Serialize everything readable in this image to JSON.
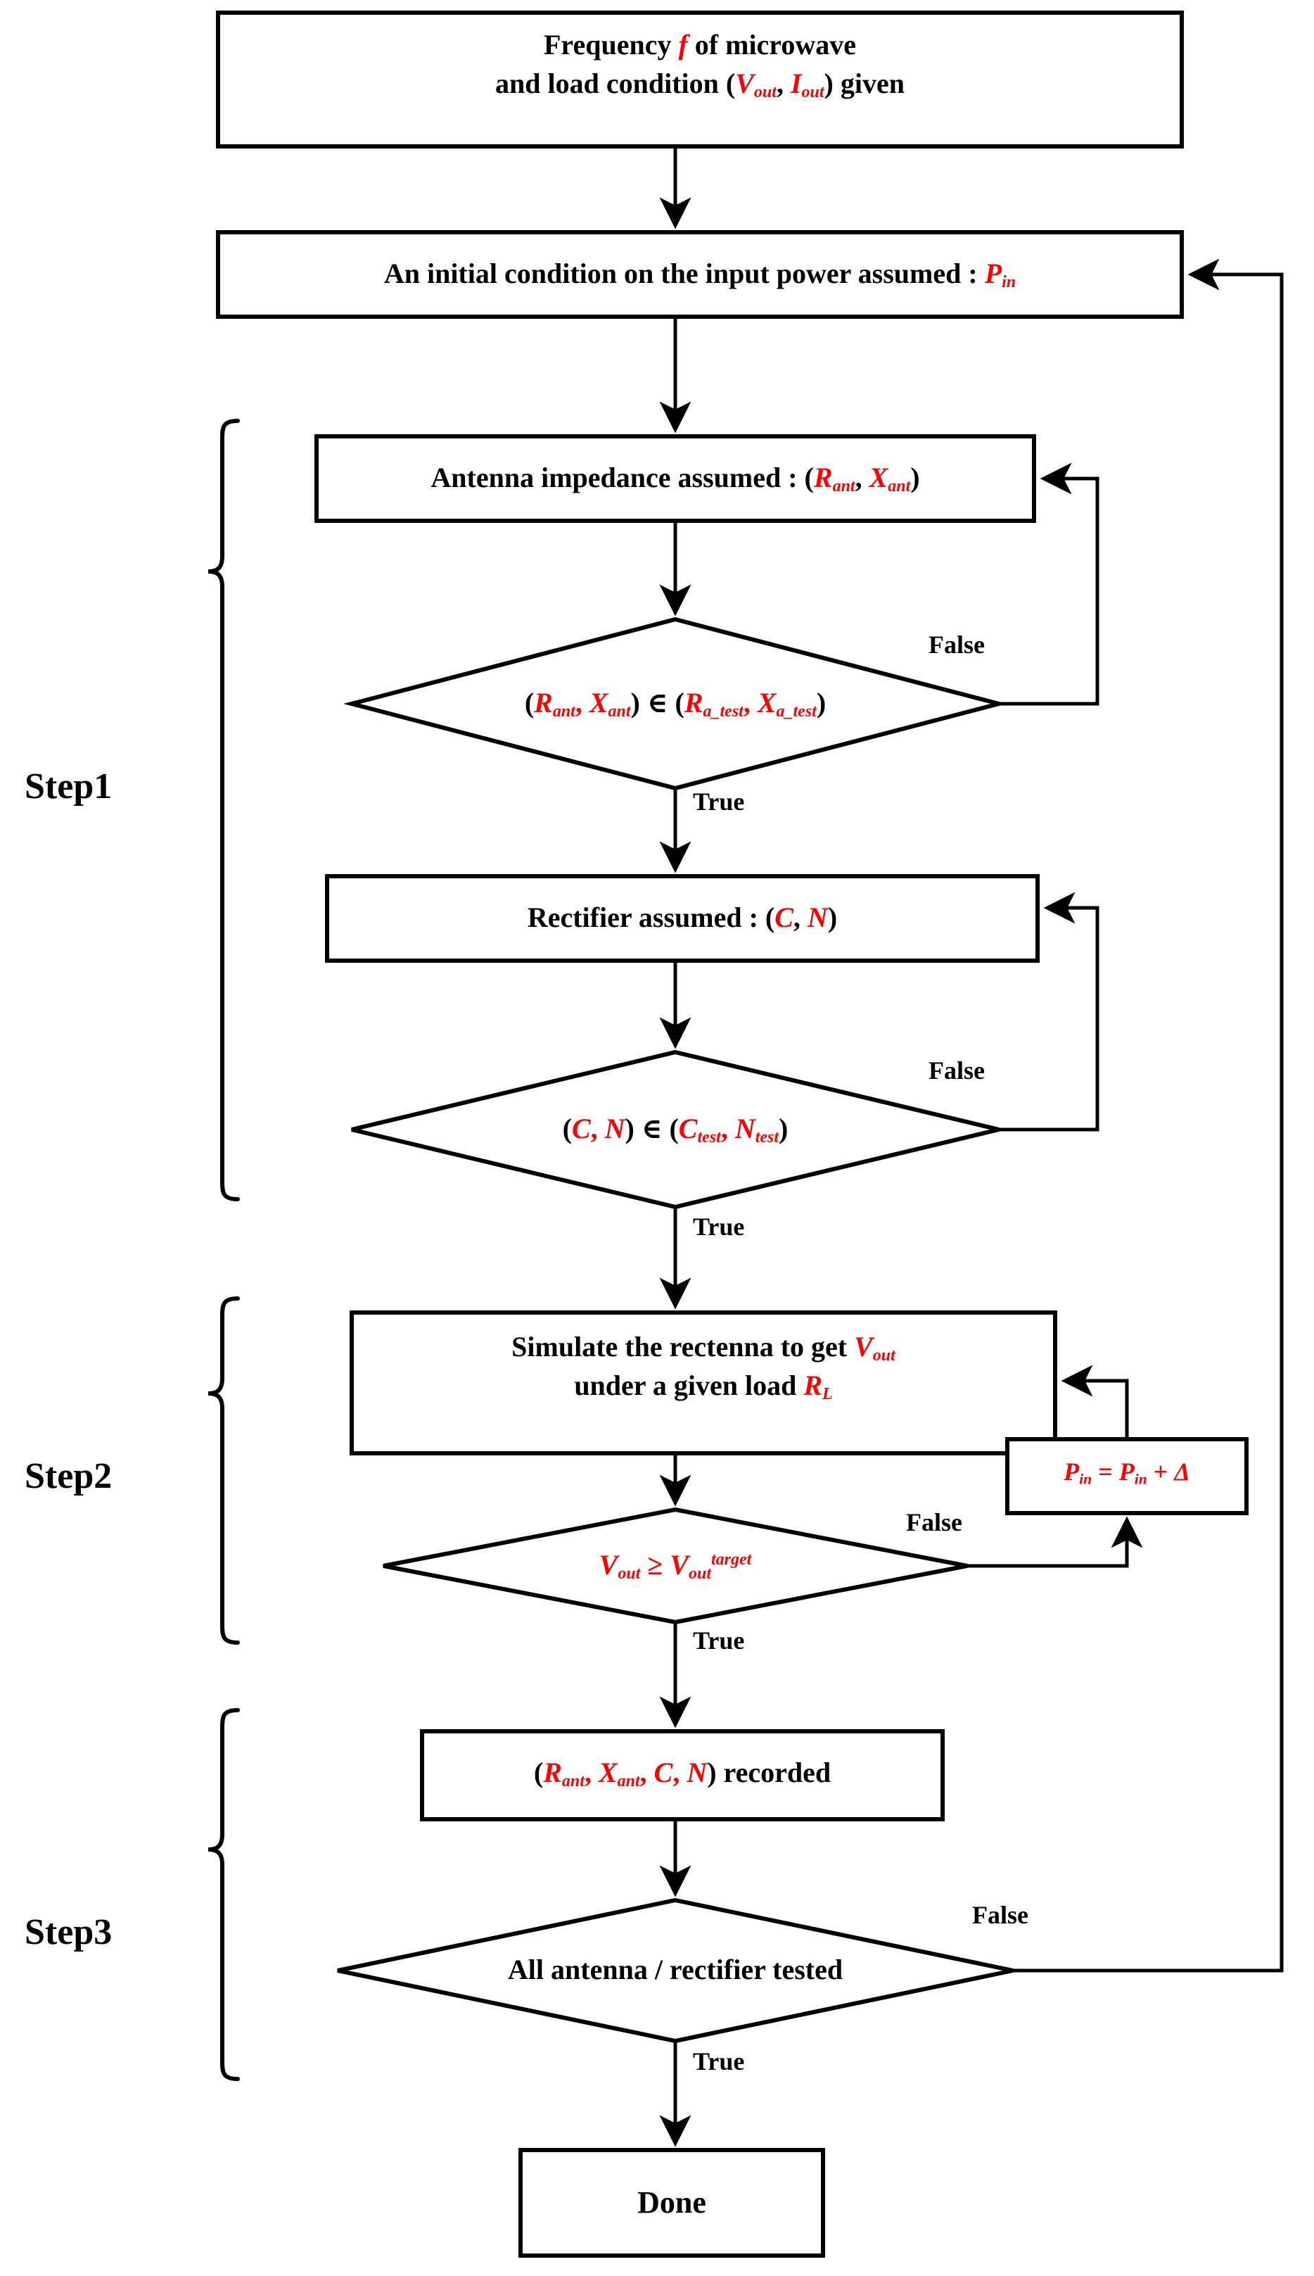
{
  "diagram": {
    "title": "Rectenna design optimization flowchart",
    "colors": {
      "variable": "#ff0000",
      "text": "#000000",
      "stroke": "#000000",
      "background": "#ffffff"
    },
    "nodes": {
      "start": {
        "type": "process",
        "line1_prefix": "Frequency ",
        "line1_var": "f",
        "line1_suffix": " of microwave",
        "line2_prefix": "and load condition (",
        "line2_var1": "V",
        "line2_var1_sub": "out",
        "line2_mid": ", ",
        "line2_var2": "I",
        "line2_var2_sub": "out",
        "line2_suffix": ") given",
        "plain": "Frequency f of microwave and load condition (Vout, Iout) given"
      },
      "init_power": {
        "type": "process",
        "prefix": "An initial condition on the input power assumed : ",
        "var": "P",
        "var_sub": "in",
        "plain": "An initial condition on the input power assumed : Pin"
      },
      "antenna_impedance": {
        "type": "process",
        "prefix": "Antenna impedance assumed : (",
        "var1": "R",
        "var1_sub": "ant",
        "mid": ", ",
        "var2": "X",
        "var2_sub": "ant",
        "suffix": ")",
        "plain": "Antenna impedance assumed : (Rant, Xant)"
      },
      "antenna_test": {
        "type": "decision",
        "var1": "R",
        "var1_sub": "ant",
        "sep1": ", ",
        "var2": "X",
        "var2_sub": "ant",
        "operator": "∈",
        "var3": "R",
        "var3_sub": "a_test",
        "sep2": ", ",
        "var4": "X",
        "var4_sub": "a_test",
        "plain": "(Rant, Xant) ∈ (Ra_test, Xa_test)"
      },
      "rectifier": {
        "type": "process",
        "prefix": "Rectifier assumed : (",
        "var1": "C",
        "mid": ", ",
        "var2": "N",
        "suffix": ")",
        "plain": "Rectifier assumed : (C, N)"
      },
      "rectifier_test": {
        "type": "decision",
        "var1": "C",
        "sep1": ", ",
        "var2": "N",
        "operator": "∈",
        "var3": "C",
        "var3_sub": "test",
        "sep2": ", ",
        "var4": "N",
        "var4_sub": "test",
        "plain": "(C, N) ∈ (Ctest, Ntest)"
      },
      "simulate": {
        "type": "process",
        "line1_prefix": "Simulate the rectenna to get ",
        "line1_var": "V",
        "line1_var_sub": "out",
        "line2_prefix": "under a given load ",
        "line2_var": "R",
        "line2_var_sub": "L",
        "plain": "Simulate the rectenna to get Vout under a given load RL"
      },
      "voltage_check": {
        "type": "decision",
        "var1": "V",
        "var1_sub": "out",
        "operator": "≥",
        "var2": "V",
        "var2_sub": "out",
        "var2_sup": "target",
        "plain": "Vout ≥ Vout^target"
      },
      "increment_power": {
        "type": "process",
        "var1": "P",
        "var1_sub": "in",
        "eq": " = ",
        "var2": "P",
        "var2_sub": "in",
        "plus": " + ",
        "delta": "Δ",
        "plain": "Pin = Pin + Δ"
      },
      "record": {
        "type": "process",
        "open": "(",
        "var1": "R",
        "var1_sub": "ant",
        "sep1": ", ",
        "var2": "X",
        "var2_sub": "ant",
        "sep2": ", ",
        "var3": "C",
        "sep3": ", ",
        "var4": "N",
        "close": ") recorded",
        "plain": "(Rant, Xant, C, N) recorded"
      },
      "all_tested": {
        "type": "decision",
        "label": "All antenna / rectifier tested",
        "plain": "All antenna / rectifier tested"
      },
      "done": {
        "type": "terminator",
        "label": "Done",
        "plain": "Done"
      }
    },
    "edge_labels": {
      "antenna_test_false": "False",
      "antenna_test_true": "True",
      "rectifier_test_false": "False",
      "rectifier_test_true": "True",
      "voltage_check_false": "False",
      "voltage_check_true": "True",
      "all_tested_false": "False",
      "all_tested_true": "True"
    },
    "step_groups": [
      {
        "label": "Step1"
      },
      {
        "label": "Step2"
      },
      {
        "label": "Step3"
      }
    ]
  }
}
